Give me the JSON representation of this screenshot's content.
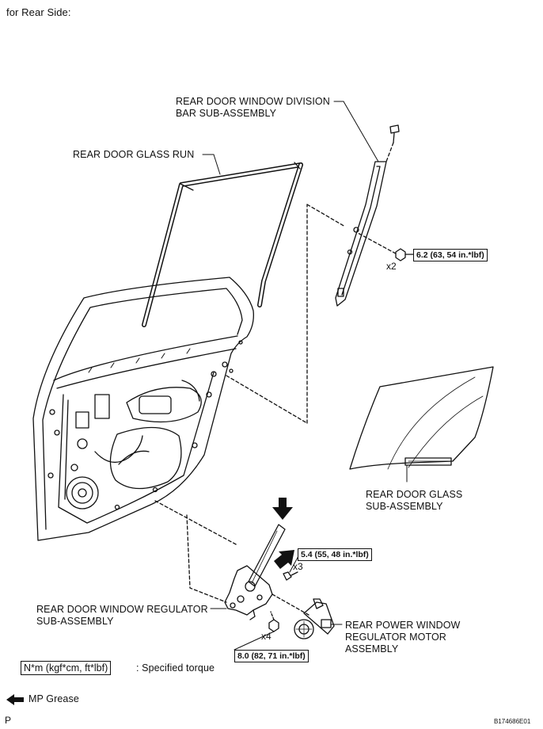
{
  "header": {
    "title": "for Rear Side:"
  },
  "labels": {
    "division_bar_line1": "REAR DOOR WINDOW DIVISION",
    "division_bar_line2": "BAR SUB-ASSEMBLY",
    "glass_run": "REAR DOOR GLASS RUN",
    "glass_line1": "REAR DOOR GLASS",
    "glass_line2": "SUB-ASSEMBLY",
    "regulator_line1": "REAR DOOR WINDOW REGULATOR",
    "regulator_line2": "SUB-ASSEMBLY",
    "motor_line1": "REAR POWER WINDOW",
    "motor_line2": "REGULATOR MOTOR",
    "motor_line3": "ASSEMBLY"
  },
  "torques": {
    "division_bar": "6.2 (63, 54 in.*lbf)",
    "regulator_upper": "5.4 (55, 48 in.*lbf)",
    "regulator_lower": "8.0 (82, 71 in.*lbf)"
  },
  "quantities": {
    "division_bar": "x2",
    "regulator_upper": "x3",
    "regulator_lower": "x4"
  },
  "legend": {
    "torque_unit": "N*m (kgf*cm, ft*lbf)",
    "torque_desc": ": Specified torque",
    "grease_desc": "MP Grease"
  },
  "footer": {
    "page_marker": "P",
    "figure_id": "B174686E01"
  },
  "colors": {
    "ink": "#111111",
    "background": "#ffffff"
  }
}
